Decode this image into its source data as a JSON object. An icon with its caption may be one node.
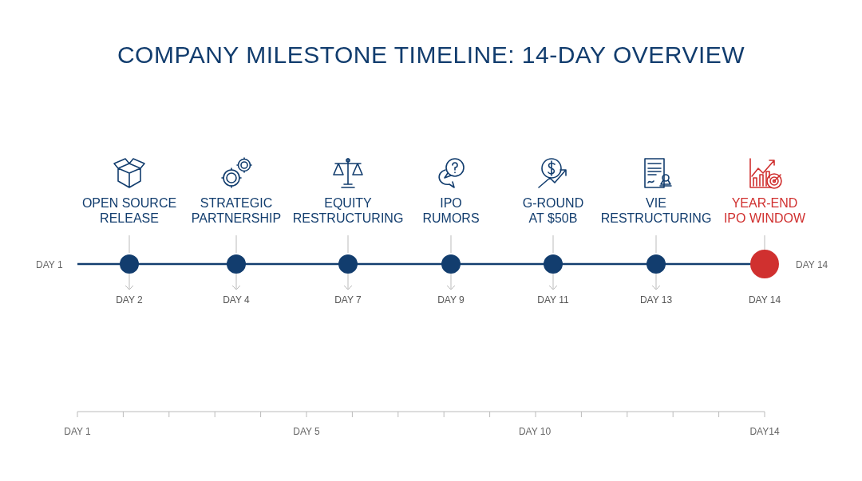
{
  "diagram": {
    "title": "COMPANY MILESTONE TIMELINE: 14-DAY OVERVIEW",
    "nodes": [
      {
        "text": [
          "OPEN SOURCE RELEASE"
        ],
        "beside": [
          "DAY 2"
        ]
      },
      {
        "text": [
          "STRATEGIC PARTNERSHIP"
        ],
        "beside": [
          "DAY 4"
        ]
      },
      {
        "text": [
          "EQUITY RESTRUCTURING"
        ],
        "beside": [
          "DAY 7"
        ]
      },
      {
        "text": [
          "IPO RUMORS"
        ],
        "beside": [
          "DAY 9"
        ]
      },
      {
        "text": [
          "G-ROUND AT $50B"
        ],
        "beside": [
          "DAY 11"
        ]
      },
      {
        "text": [
          "VIE RESTRUCTURING"
        ],
        "beside": [
          "DAY 13"
        ]
      },
      {
        "text": [
          "YEAR-END IPO WINDOW"
        ],
        "beside": [
          "DAY 14"
        ]
      }
    ],
    "edges": [],
    "labels": [
      "DAY 1",
      "DAY 14",
      "DAY 1",
      "DAY 5",
      "DAY 10",
      "DAY14"
    ]
  }
}
